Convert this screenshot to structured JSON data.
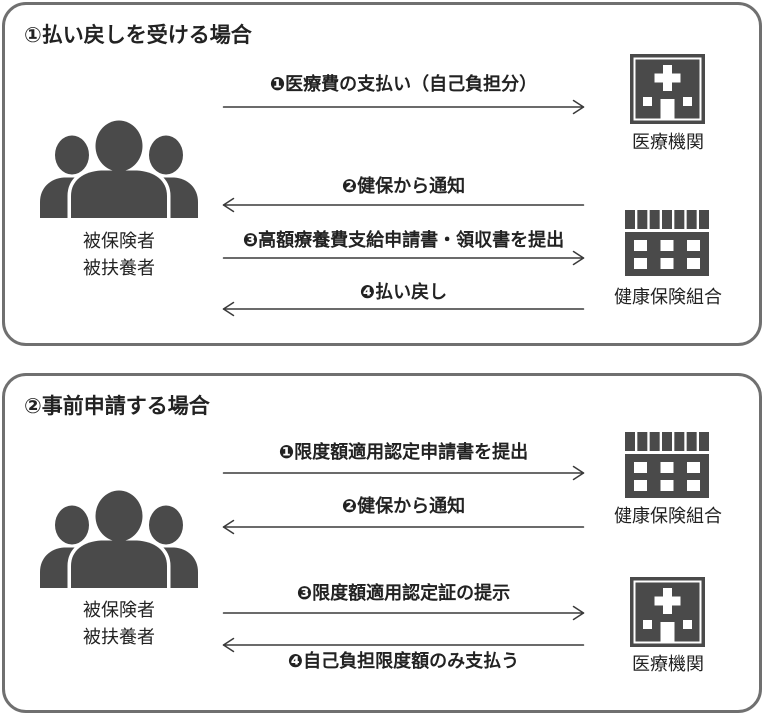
{
  "panels": [
    {
      "title": "①払い戻しを受ける場合",
      "insured": {
        "icon": "people-group-icon",
        "labels": [
          "被保険者",
          "被扶養者"
        ]
      },
      "top_party": {
        "icon": "hospital-icon",
        "label": "医療機関"
      },
      "bottom_party": {
        "icon": "insurance-building-icon",
        "label": "健康保険組合"
      },
      "steps": [
        {
          "label": "❶医療費の支払い（自己負担分）",
          "arrow": "arrow-right-icon"
        },
        {
          "label": "❷健保から通知",
          "arrow": "arrow-left-icon"
        },
        {
          "label": "❸高額療養費支給申請書・領収書を提出",
          "arrow": "arrow-right-icon"
        },
        {
          "label": "❹払い戻し",
          "arrow": "arrow-left-icon"
        }
      ]
    },
    {
      "title": "②事前申請する場合",
      "insured": {
        "icon": "people-group-icon",
        "labels": [
          "被保険者",
          "被扶養者"
        ]
      },
      "top_party": {
        "icon": "insurance-building-icon",
        "label": "健康保険組合"
      },
      "bottom_party": {
        "icon": "hospital-icon",
        "label": "医療機関"
      },
      "steps": [
        {
          "label": "❶限度額適用認定申請書を提出",
          "arrow": "arrow-right-icon"
        },
        {
          "label": "❷健保から通知",
          "arrow": "arrow-left-icon"
        },
        {
          "label": "❸限度額適用認定証の提示",
          "arrow": "arrow-right-icon"
        },
        {
          "label": "❹自己負担限度額のみ支払う",
          "arrow": "arrow-left-icon"
        }
      ]
    }
  ],
  "colors": {
    "icon": "#4a4a4a",
    "border": "#707070",
    "text": "#222222",
    "arrow": "#3a3a3a"
  }
}
